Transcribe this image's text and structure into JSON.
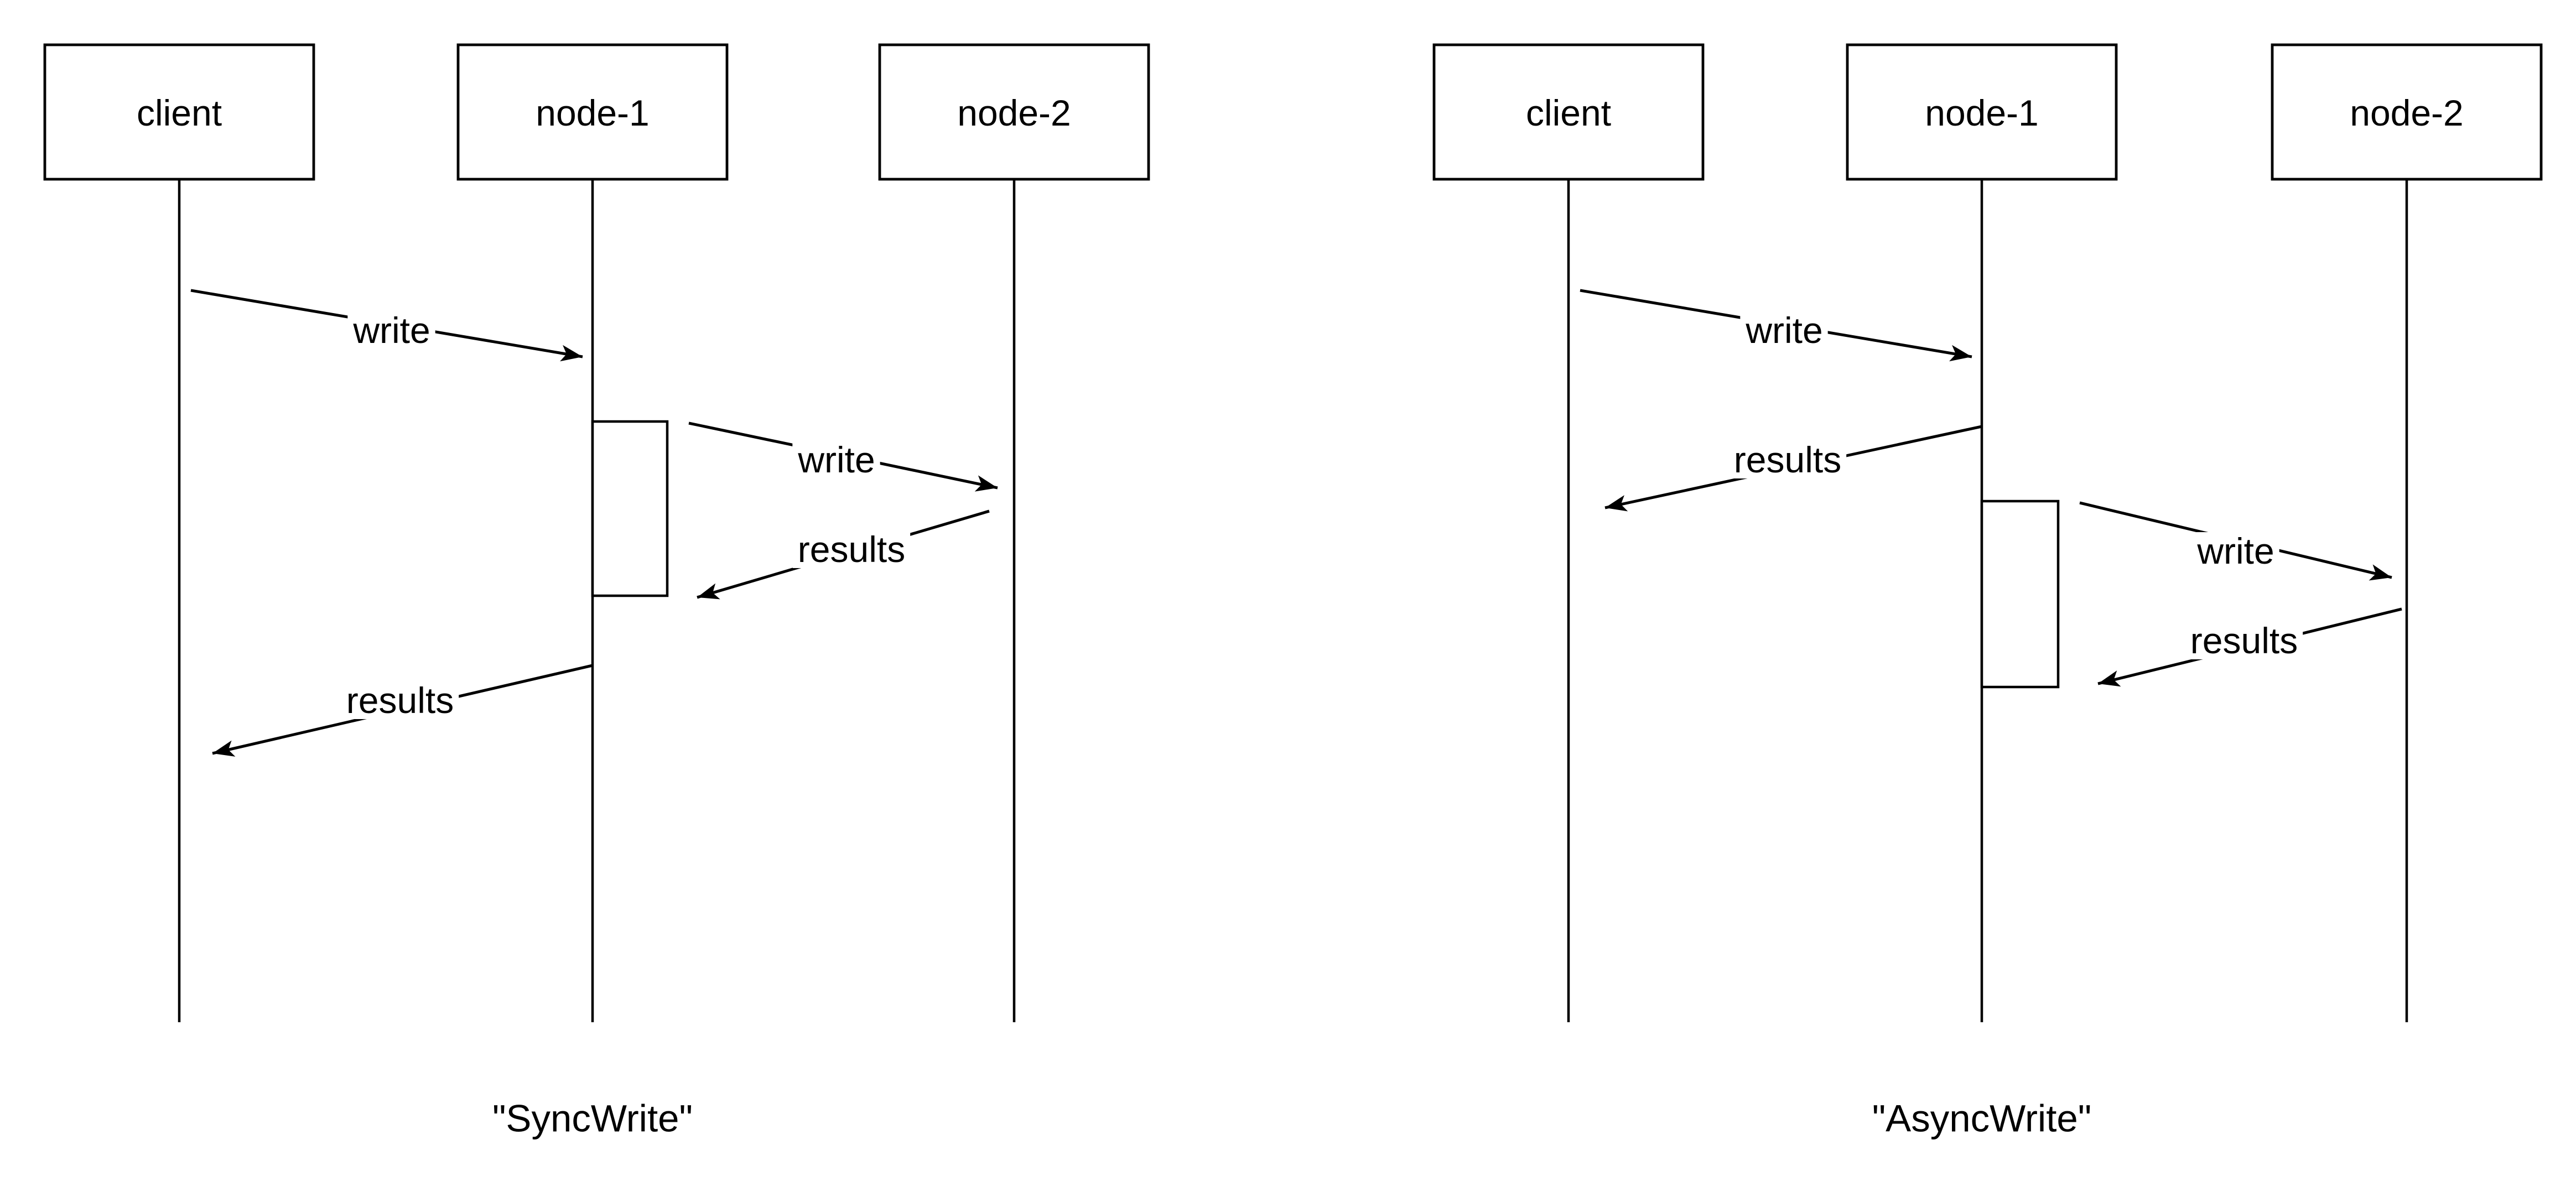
{
  "colors": {
    "stroke": "#000000",
    "background": "#ffffff"
  },
  "diagrams": [
    {
      "id": "sync-write",
      "caption": "\"SyncWrite\"",
      "actors": [
        {
          "label": "client"
        },
        {
          "label": "node-1"
        },
        {
          "label": "node-2"
        }
      ],
      "messages": [
        {
          "from": "client",
          "to": "node-1",
          "label": "write"
        },
        {
          "from": "node-1",
          "to": "node-2",
          "label": "write"
        },
        {
          "from": "node-2",
          "to": "node-1",
          "label": "results"
        },
        {
          "from": "node-1",
          "to": "client",
          "label": "results"
        }
      ]
    },
    {
      "id": "async-write",
      "caption": "\"AsyncWrite\"",
      "actors": [
        {
          "label": "client"
        },
        {
          "label": "node-1"
        },
        {
          "label": "node-2"
        }
      ],
      "messages": [
        {
          "from": "client",
          "to": "node-1",
          "label": "write"
        },
        {
          "from": "node-1",
          "to": "client",
          "label": "results"
        },
        {
          "from": "node-1",
          "to": "node-2",
          "label": "write"
        },
        {
          "from": "node-2",
          "to": "node-1",
          "label": "results"
        }
      ]
    }
  ]
}
